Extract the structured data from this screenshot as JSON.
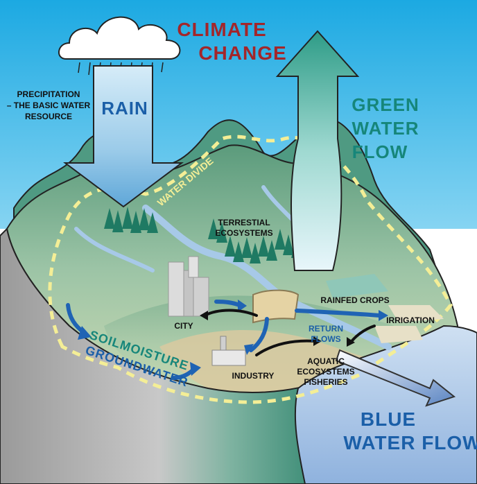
{
  "title": {
    "line1": "CLIMATE",
    "line2": "CHANGE"
  },
  "rain": "RAIN",
  "precipitation": {
    "line1": "PRECIPITATION",
    "line2": "– THE BASIC WATER",
    "line3": "RESOURCE"
  },
  "green_water_flow": {
    "line1": "GREEN",
    "line2": "WATER",
    "line3": "FLOW"
  },
  "blue_water_flow": {
    "line1": "BLUE",
    "line2": "WATER FLOW"
  },
  "water_divide": "WATER DIVIDE",
  "terrestial_ecosystems": {
    "line1": "TERRESTIAL",
    "line2": "ECOSYSTEMS"
  },
  "rainfed_crops": "RAINFED CROPS",
  "irrigation": "IRRIGATION",
  "city": "CITY",
  "return_flows": {
    "line1": "RETURN",
    "line2": "FLOWS"
  },
  "soilmoisture": {
    "line1": "SOILMOISTURE",
    "line2": "GROUNDWATER"
  },
  "industry": "INDUSTRY",
  "aquatic": {
    "line1": "AQUATIC",
    "line2": "ECOSYSTEMS",
    "line3": "FISHERIES"
  },
  "colors": {
    "sky": "#1eb3e8",
    "title_red": "#a3262a",
    "green_text": "#16867a",
    "blue_text": "#1b5fa8",
    "arrow_blue": "#1f63b4",
    "land_green": "#7daf8e",
    "land_dark": "#3e7f6a",
    "soil": "#d9c9a0",
    "water": "#a9c4e6",
    "divide": "#f4ee96"
  }
}
